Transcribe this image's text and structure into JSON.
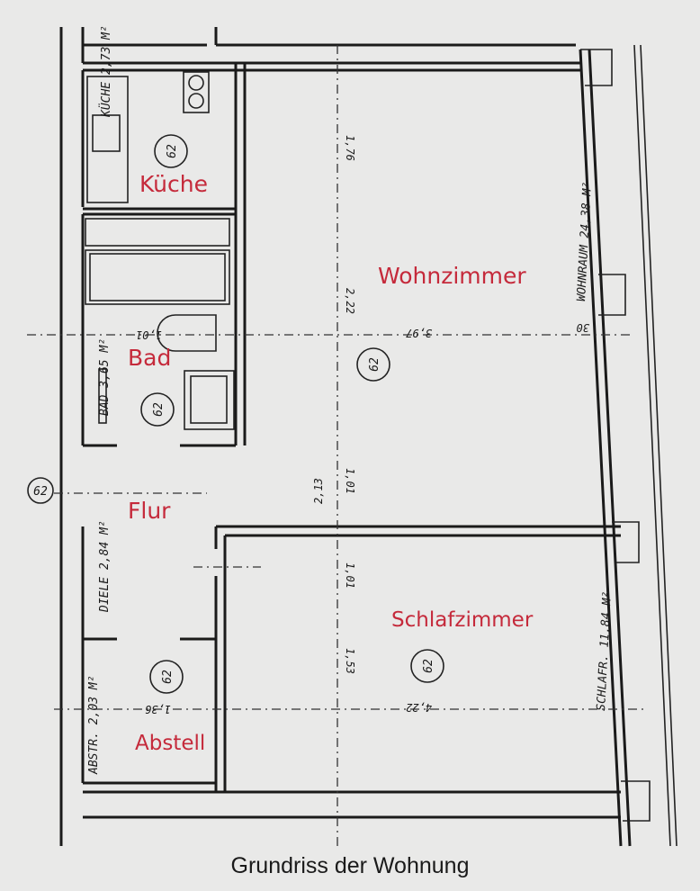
{
  "caption": "Grundriss der Wohnung",
  "room_labels": {
    "kueche": "Küche",
    "wohnzimmer": "Wohnzimmer",
    "bad": "Bad",
    "flur": "Flur",
    "schlafzimmer": "Schlafzimmer",
    "abstell": "Abstell"
  },
  "plan_annotations": {
    "kueche": "KÜCHE 2,73 M²",
    "wohnraum": "WOHNRAUM 24,38 M²",
    "bad": "BAD 3,65 M²",
    "diele": "DIELE 2,84 M²",
    "abstr": "ABSTR. 2,03 M²",
    "schlafr": "SCHLAFR. 11,84 M²"
  },
  "marker_label": "62",
  "dimensions": {
    "wohn_width": "3,97",
    "schlaf_width": "4,22",
    "wohn_depth_a": "1,76",
    "wohn_depth_b": "2,22",
    "mid_depth": "2,13",
    "door_a": "1,01",
    "door_b": "1,01",
    "schlaf_depth": "1,53",
    "abstr_width": "1,36",
    "bad_width": "1,01",
    "pillar": "30"
  },
  "colors": {
    "room_label": "#c52a3b",
    "ink": "#1a1a1a",
    "paper": "#e9e9e8"
  }
}
